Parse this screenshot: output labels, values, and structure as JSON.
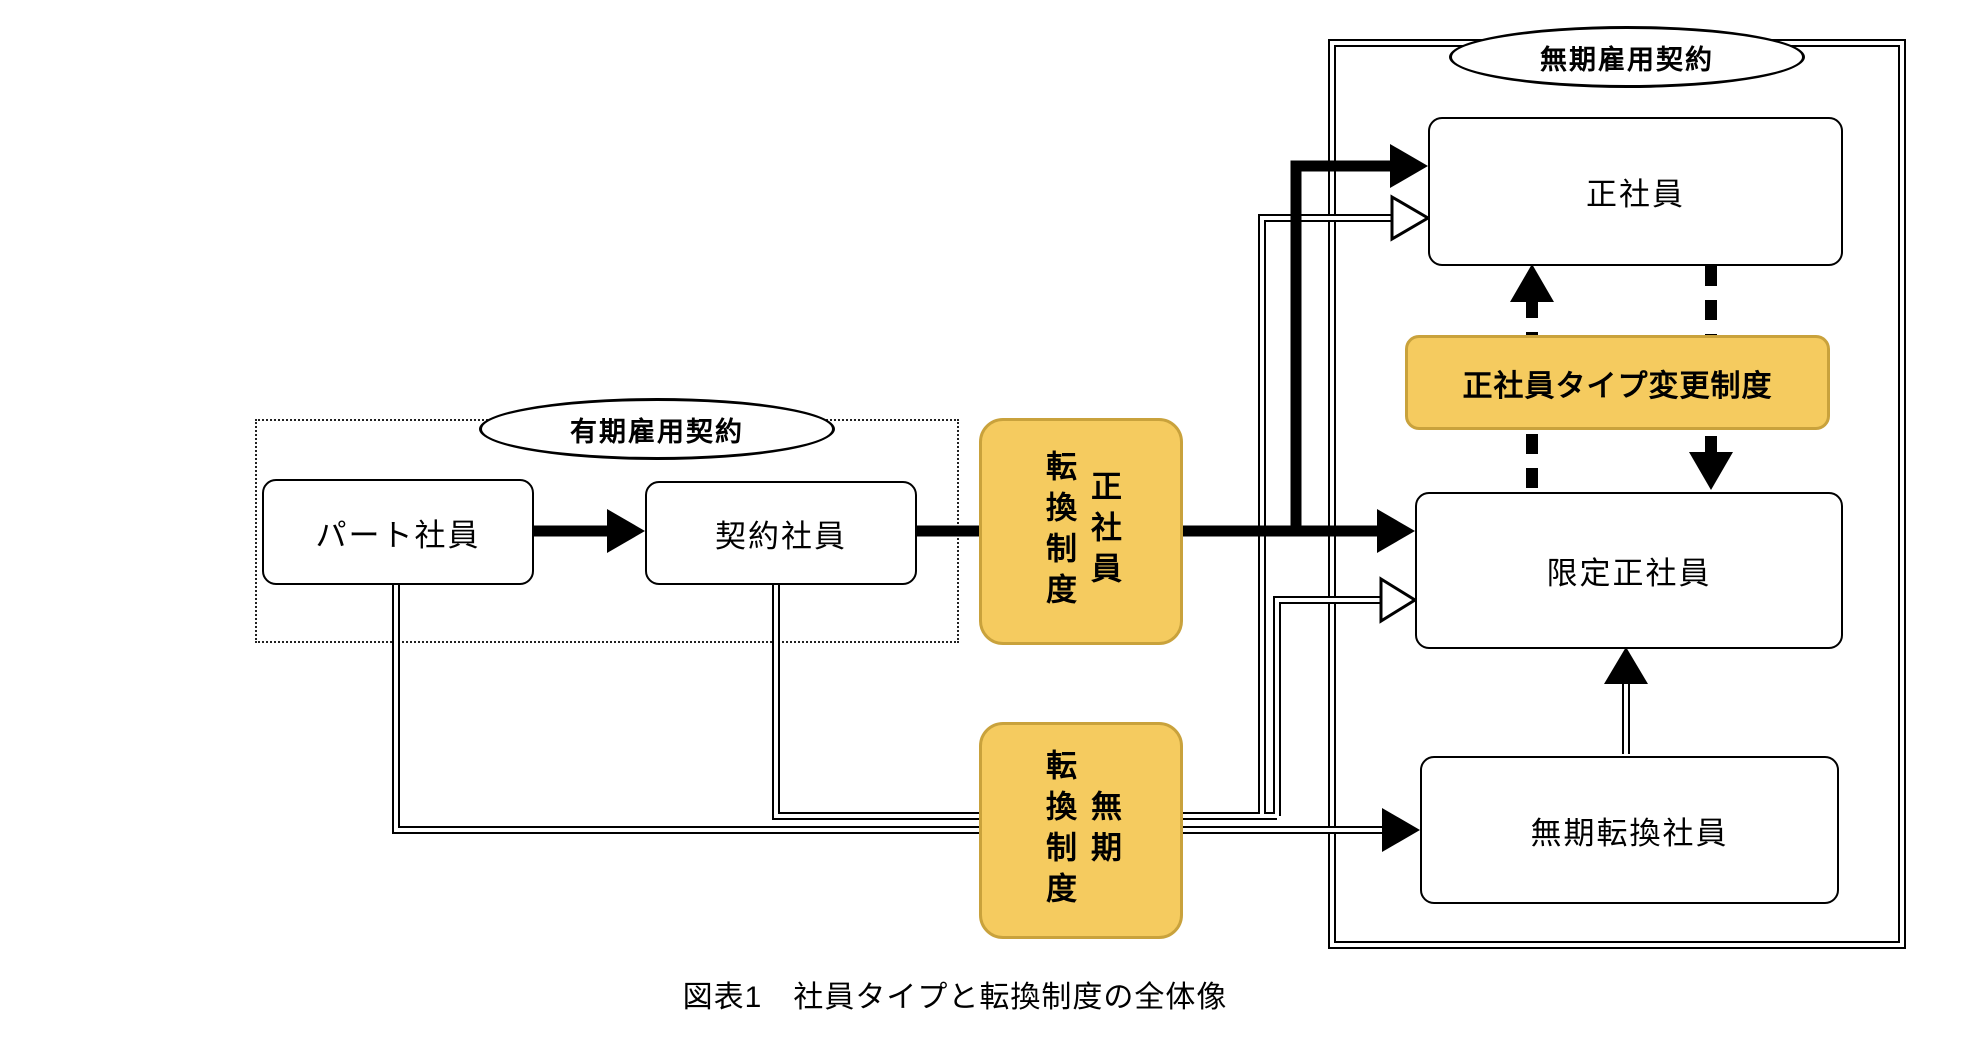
{
  "figure": {
    "caption": "図表1　社員タイプと転換制度の全体像"
  },
  "groups": {
    "fixed_term": {
      "label": "有期雇用契約"
    },
    "indefinite": {
      "label": "無期雇用契約"
    }
  },
  "nodes": {
    "part_time": {
      "label": "パート社員"
    },
    "contract": {
      "label": "契約社員"
    },
    "regular": {
      "label": "正社員"
    },
    "limited_regular": {
      "label": "限定正社員"
    },
    "indefinite_conversion_employee": {
      "label": "無期転換社員"
    }
  },
  "systems": {
    "regular_conversion": {
      "lines": [
        "正社員",
        "転換制度"
      ]
    },
    "indefinite_conversion": {
      "lines": [
        "無期",
        "転換制度"
      ]
    },
    "type_change": {
      "label": "正社員タイプ変更制度"
    }
  },
  "colors": {
    "highlight_fill": "#F5CB5F",
    "highlight_border": "#C9A23C",
    "line": "#000000",
    "background": "#FFFFFF"
  }
}
